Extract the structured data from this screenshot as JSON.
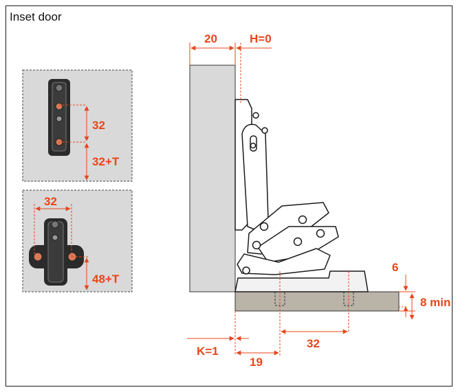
{
  "title": "Inset door",
  "colors": {
    "accent": "#e8461a",
    "panel": "#d9d9d9",
    "board": "#bab3a8",
    "hinge": "#ffffff",
    "line": "#1a1a1a"
  },
  "labels": {
    "overlay_20": "20",
    "overlay_h": "H=0",
    "mount_32_vertical": "32",
    "mount_32_t": "32+T",
    "plate_32": "32",
    "plate_48_t": "48+T",
    "thickness_6": "6",
    "thickness_8min": "8 min",
    "k": "K=1",
    "distance_19": "19",
    "distance_32": "32"
  },
  "icons": [
    "screw-icon",
    "hinge-arm-icon",
    "mounting-plate-icon",
    "dimension-arrow-icon"
  ]
}
